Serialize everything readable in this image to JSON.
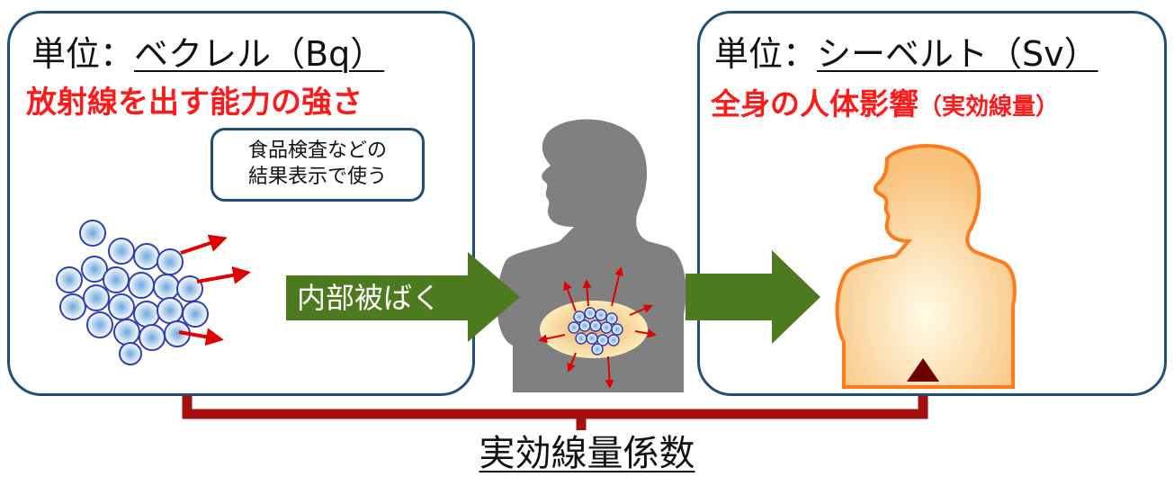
{
  "left_panel": {
    "unit_prefix": "単位：",
    "unit_name": "ベクレル（Bq）",
    "red_title": "放射線を出す能力の強さ",
    "note_line1": "食品検査などの",
    "note_line2": "結果表示で使う"
  },
  "middle": {
    "arrow_label": "内部被ばく"
  },
  "right_panel": {
    "unit_prefix": "単位：",
    "unit_name": "シーベルト（Sv）",
    "red_title_main": "全身の人体影響",
    "red_title_sub": "（実効線量）"
  },
  "bottom_label": "実効線量係数",
  "colors": {
    "box_border": "#1f4e79",
    "red_text": "#ff1a1a",
    "arrow_green": "#4d7a1e",
    "connector_red": "#a50f0f",
    "silhouette": "#808080",
    "body_outline": "#ff7a1a",
    "body_fill": "#fbd090",
    "particle": "#2f3fb5",
    "particle_fill": "#9cc3ea",
    "ray": "#e00000"
  }
}
